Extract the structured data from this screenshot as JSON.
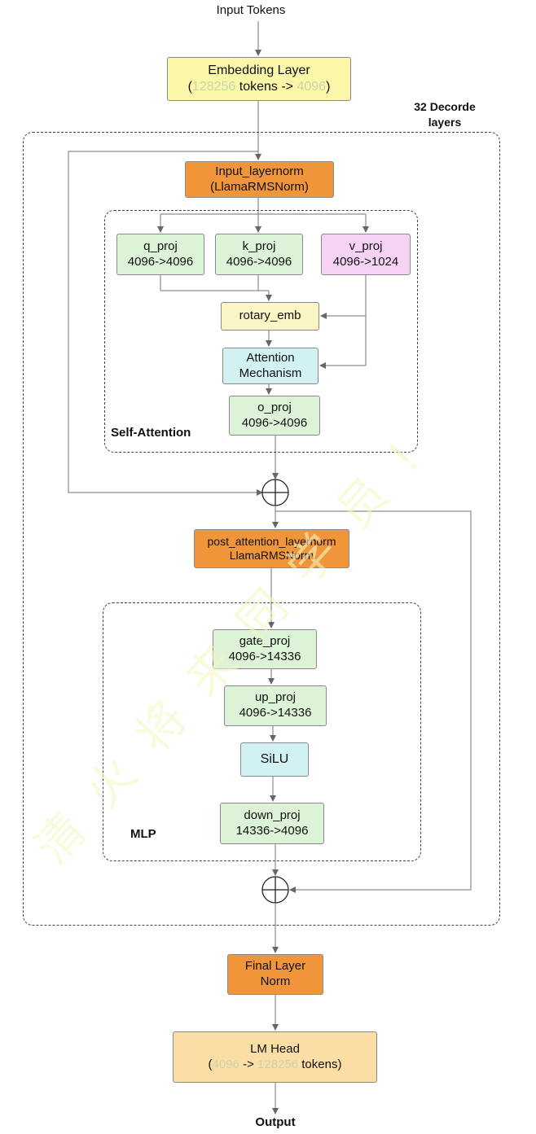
{
  "input_label": "Input Tokens",
  "embedding": {
    "title": "Embedding Layer",
    "open": "(",
    "vocab": "128256",
    "mid": "tokens ->",
    "dim": "4096",
    "close": ")"
  },
  "decoder_label_line1": "32 Decorde",
  "decoder_label_line2": "layers",
  "input_layernorm": {
    "line1": "Input_layernorm",
    "line2": "(LlamaRMSNorm)"
  },
  "q_proj": {
    "line1": "q_proj",
    "line2": "4096->4096"
  },
  "k_proj": {
    "line1": "k_proj",
    "line2": "4096->4096"
  },
  "v_proj": {
    "line1": "v_proj",
    "line2": "4096->1024"
  },
  "rotary_emb": "rotary_emb",
  "attention": {
    "line1": "Attention",
    "line2": "Mechanism"
  },
  "o_proj": {
    "line1": "o_proj",
    "line2": "4096->4096"
  },
  "self_attention_label": "Self-Attention",
  "post_attention_layernorm": {
    "line1": "post_attention_layernorm",
    "line2": "LlamaRMSNorm"
  },
  "gate_proj": {
    "line1": "gate_proj",
    "line2": "4096->14336"
  },
  "up_proj": {
    "line1": "up_proj",
    "line2": "4096->14336"
  },
  "silu": "SiLU",
  "down_proj": {
    "line1": "down_proj",
    "line2": "14336->4096"
  },
  "mlp_label": "MLP",
  "final_norm": {
    "line1": "Final Layer",
    "line2": "Norm"
  },
  "lm_head": {
    "title": "LM Head",
    "open": "(",
    "dim": "4096",
    "mid": "->",
    "vocab": "128256",
    "close": "tokens)"
  },
  "output_label": "Output",
  "watermark": "清 火 将 来 同 学 员 !",
  "colors": {
    "embedding": "#fcf6a8",
    "norm": "#f0953a",
    "proj": "#ddf3d8",
    "v_proj": "#f6d2f4",
    "rotary": "#fbf5c6",
    "attention": "#d2f1f3",
    "lm_head": "#fbdea6"
  }
}
